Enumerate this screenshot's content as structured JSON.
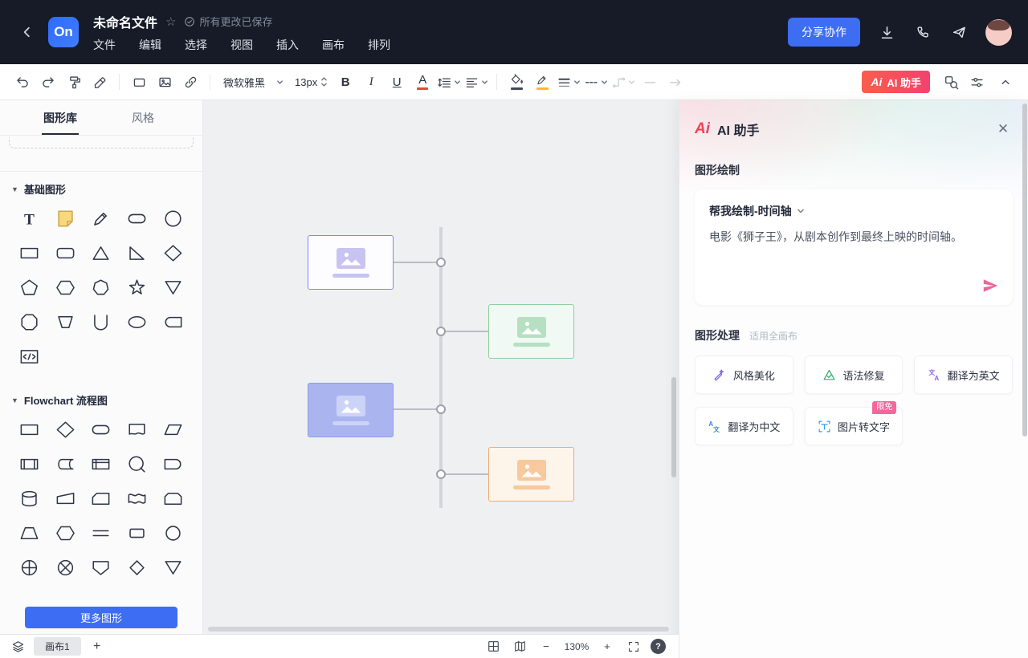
{
  "header": {
    "logo": "On",
    "title": "未命名文件",
    "saved_status": "所有更改已保存",
    "menus": [
      "文件",
      "编辑",
      "选择",
      "视图",
      "插入",
      "画布",
      "排列"
    ],
    "share_button": "分享协作"
  },
  "toolbar": {
    "font_family": "微软雅黑",
    "font_size": "13px",
    "bold": "B",
    "italic": "I",
    "underline": "U",
    "font_color": "A",
    "ai_logo": "Ai",
    "ai_button": "AI 助手"
  },
  "sidebar": {
    "tabs": [
      {
        "label": "图形库",
        "active": true
      },
      {
        "label": "风格",
        "active": false
      }
    ],
    "basic_section": "基础图形",
    "basic_shapes": [
      "text",
      "sticky-note",
      "pen",
      "stadium",
      "circle",
      "rectangle",
      "rounded-rectangle",
      "triangle",
      "right-triangle",
      "diamond",
      "pentagon",
      "hexagon",
      "heptagon",
      "star",
      "triangle-down",
      "octagon",
      "trapezoid-down",
      "arch",
      "ellipse",
      "round-left-rectangle",
      "code-block"
    ],
    "flowchart_section": "Flowchart 流程图",
    "flowchart_shapes": [
      "process",
      "decision",
      "terminator",
      "document",
      "data",
      "predefined-process",
      "stored-data",
      "internal-storage",
      "display",
      "delay",
      "database",
      "manual-input",
      "card",
      "tape",
      "loop-limit",
      "trapezoid",
      "preparation",
      "double-lines",
      "rectangle-small",
      "circle-small",
      "or-junction",
      "summing-junction",
      "off-page",
      "collate",
      "merge"
    ],
    "more_button": "更多图形"
  },
  "canvas": {
    "spine_color": "#d2d5da",
    "nodes": [
      {
        "name": "timeline-node-1",
        "border": "#8c82ec",
        "fill": "#fdfdff",
        "accent": "#c9c3f1"
      },
      {
        "name": "timeline-node-2",
        "border": "#8ecf9e",
        "fill": "#f0f9f3",
        "accent": "#b7e0c2"
      },
      {
        "name": "timeline-node-3",
        "border": "#8e9bec",
        "fill": "#aab5ef",
        "accent": "#ccd3f8"
      },
      {
        "name": "timeline-node-4",
        "border": "#f3aa70",
        "fill": "#fdf4ea",
        "accent": "#f7c99d"
      }
    ]
  },
  "ai_panel": {
    "logo": "Ai",
    "title": "AI 助手",
    "close": "✕",
    "draw_section": "图形绘制",
    "prompt_label": "帮我绘制-时间轴",
    "prompt_text": "电影《狮子王》，从剧本创作到最终上映的时间轴。",
    "process_section": "图形处理",
    "process_hint": "适用全画布",
    "send_color": "#f2639a",
    "actions": [
      {
        "label": "风格美化",
        "icon": "wand",
        "color": "#7b5cf0"
      },
      {
        "label": "语法修复",
        "icon": "grammar",
        "color": "#2fae6e"
      },
      {
        "label": "翻译为英文",
        "icon": "translate-en",
        "color": "#8a5cf0"
      },
      {
        "label": "翻译为中文",
        "icon": "translate-zh",
        "color": "#3f7bf0"
      },
      {
        "label": "图片转文字",
        "icon": "ocr",
        "color": "#2f9ef0",
        "badge": "限免"
      }
    ]
  },
  "bottom_bar": {
    "canvas_tab": "画布1",
    "add_tab": "+",
    "zoom_out": "−",
    "zoom": "130%",
    "zoom_in": "+"
  }
}
